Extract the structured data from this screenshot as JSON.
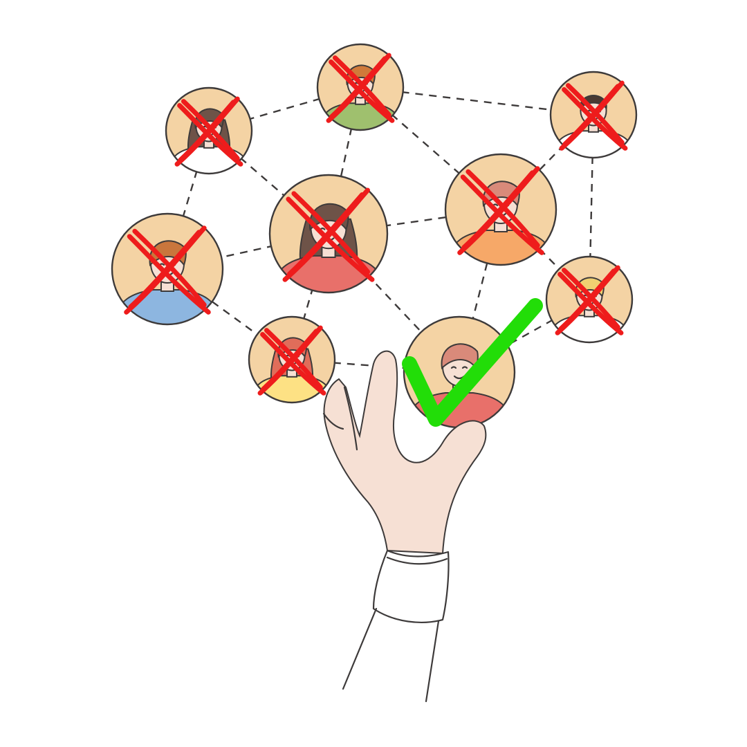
{
  "palette": {
    "background": "#ffffff",
    "outline": "#3d3a3a",
    "avatar_disc": "#f4d3a4",
    "skin": "#f6e0d4",
    "reject_mark": "#ee1c1c",
    "accept_mark": "#22dd08"
  },
  "people": [
    {
      "role": "candidate",
      "status": "rejected",
      "hair": "#d07a3a",
      "shirt": "#9fc06e",
      "hair_style": "short"
    },
    {
      "role": "candidate",
      "status": "rejected",
      "hair": "#6e5348",
      "shirt": "#ffffff",
      "hair_style": "long"
    },
    {
      "role": "candidate",
      "status": "rejected",
      "hair": "#4a3a33",
      "shirt": "#ffffff",
      "hair_style": "curly"
    },
    {
      "role": "candidate",
      "status": "rejected",
      "hair": "#6e5348",
      "shirt": "#e8706a",
      "hair_style": "long"
    },
    {
      "role": "candidate",
      "status": "rejected",
      "hair": "#d98a7a",
      "shirt": "#f6a868",
      "hair_style": "short"
    },
    {
      "role": "candidate",
      "status": "rejected",
      "hair": "#c9763c",
      "shirt": "#8db6e0",
      "hair_style": "short"
    },
    {
      "role": "candidate",
      "status": "rejected",
      "hair": "#f0d071",
      "shirt": "#ffffff",
      "hair_style": "short"
    },
    {
      "role": "candidate",
      "status": "rejected",
      "hair": "#e06d5a",
      "shirt": "#fde184",
      "hair_style": "long"
    },
    {
      "role": "candidate",
      "status": "selected",
      "hair": "#d98a7a",
      "shirt": "#e8706a",
      "hair_style": "short"
    }
  ],
  "icons": {
    "reject": "red-cross-icon",
    "accept": "green-check-icon",
    "hand": "picking-hand"
  }
}
